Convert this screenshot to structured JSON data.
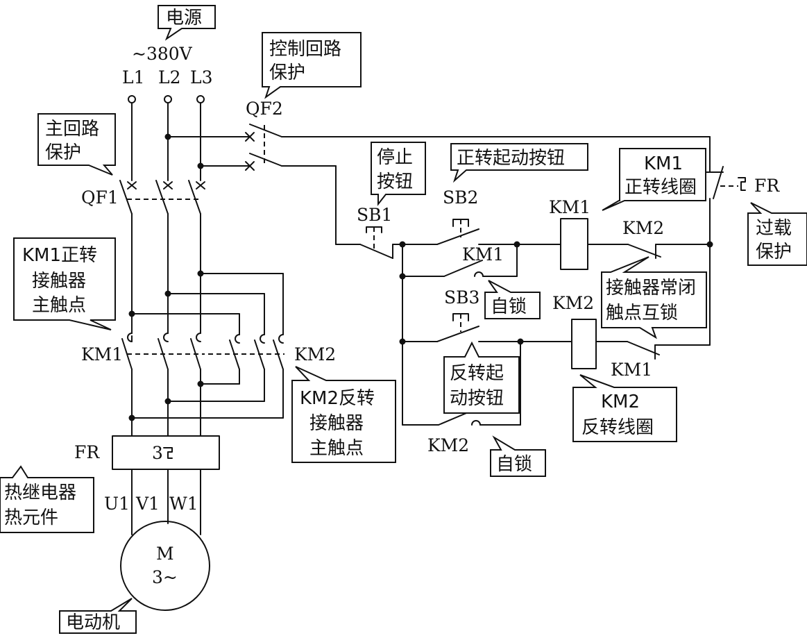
{
  "supply": {
    "voltage": "~380V",
    "l1": "L1",
    "l2": "L2",
    "l3": "L3"
  },
  "devices": {
    "qf1": "QF1",
    "qf2": "QF2",
    "km1_main": "KM1",
    "km2_main": "KM2",
    "fr_main": "FR",
    "fr_element": "3",
    "u1": "U1",
    "v1": "V1",
    "w1": "W1",
    "motor_m": "M",
    "motor_phase": "3~",
    "sb1": "SB1",
    "sb2": "SB2",
    "sb3": "SB3",
    "km1_selflock": "KM1",
    "km2_selflock": "KM2",
    "km1_coil": "KM1",
    "km2_coil": "KM2",
    "km2_interlock": "KM2",
    "km1_interlock": "KM1",
    "fr_control": "FR"
  },
  "callouts": {
    "power": "电源",
    "control_protect_1": "控制回路",
    "control_protect_2": "保护",
    "main_protect_1": "主回路",
    "main_protect_2": "保护",
    "km1_main_1": "KM1正转",
    "km1_main_2": "接触器",
    "km1_main_3": "主触点",
    "km2_main_1": "KM2反转",
    "km2_main_2": "接触器",
    "km2_main_3": "主触点",
    "fr_element_1": "热继电器",
    "fr_element_2": "热元件",
    "motor": "电动机",
    "stop_1": "停止",
    "stop_2": "按钮",
    "fwd_start": "正转起动按钮",
    "km1_coil_1": "KM1",
    "km1_coil_2": "正转线圈",
    "overload_1": "过载",
    "overload_2": "保护",
    "selflock_1": "自锁",
    "interlock_1": "接触器常闭",
    "interlock_2": "触点互锁",
    "rev_start_1": "反转起",
    "rev_start_2": "动按钮",
    "km2_coil_1": "KM2",
    "km2_coil_2": "反转线圈",
    "selflock_2": "自锁"
  }
}
